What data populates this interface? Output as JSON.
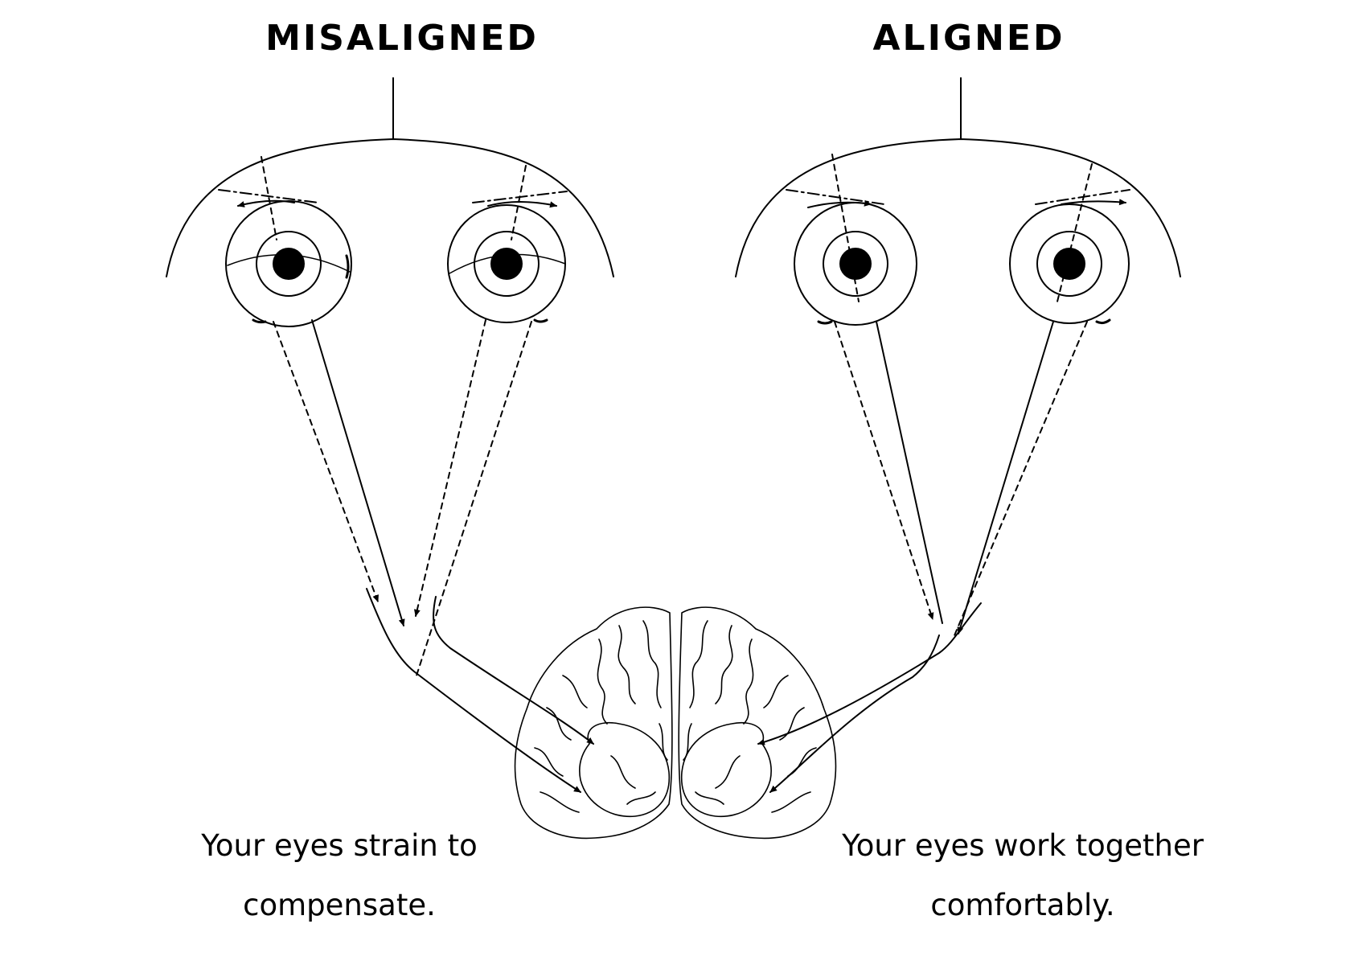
{
  "panels": [
    {
      "heading": "MISALIGNED",
      "caption_line1": "Your eyes strain to",
      "caption_line2": "compensate."
    },
    {
      "heading": "ALIGNED",
      "caption_line1": "Your eyes work together",
      "caption_line2": "comfortably."
    }
  ],
  "colors": {
    "ink": "#000000",
    "background": "#ffffff"
  }
}
